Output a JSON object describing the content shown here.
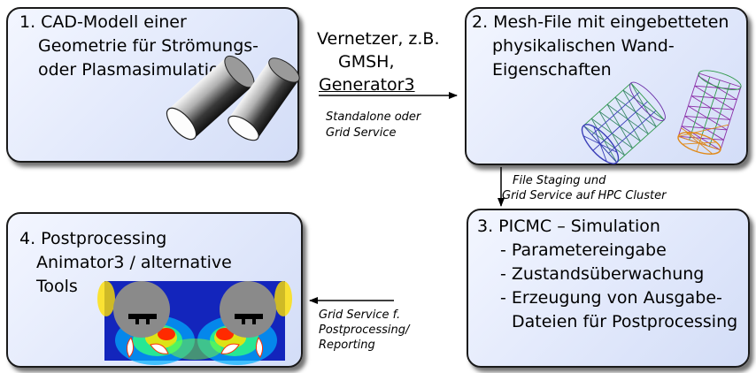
{
  "box1": {
    "lines": [
      "1. CAD-Modell einer",
      "Geometrie für Strömungs-",
      "oder Plasmasimulation"
    ]
  },
  "box2": {
    "lines": [
      "2. Mesh-File mit eingebetteten",
      "physikalischen Wand-",
      "Eigenschaften"
    ]
  },
  "box3": {
    "title": "3. PICMC – Simulation",
    "items": [
      "- Parametereingabe",
      "- Zustandsüberwachung",
      "- Erzeugung von Ausgabe-",
      "Dateien für Postprocessing"
    ]
  },
  "box4": {
    "lines": [
      "4. Postprocessing",
      "Animator3 / alternative",
      "Tools"
    ]
  },
  "arrow12": {
    "tools": [
      "Vernetzer, z.B.",
      "GMSH,",
      "Generator3"
    ],
    "note": [
      "Standalone oder",
      "Grid Service"
    ]
  },
  "arrow23": {
    "note": [
      "File Staging und",
      "Grid Service auf HPC Cluster"
    ]
  },
  "arrow34": {
    "note": [
      "Grid Service f.",
      "Postprocessing/",
      "Reporting"
    ]
  },
  "colors": {
    "box_fill": "#dde5fa",
    "border": "#1a1a1a",
    "mesh_blue": "#3b3fb8",
    "mesh_green": "#2f9a4a",
    "mesh_purple": "#8b2fa8",
    "mesh_orange": "#e08a1a"
  },
  "icons": [
    "cad-cylinders-image",
    "mesh-cylinders-image",
    "plasma-heatmap-image"
  ]
}
